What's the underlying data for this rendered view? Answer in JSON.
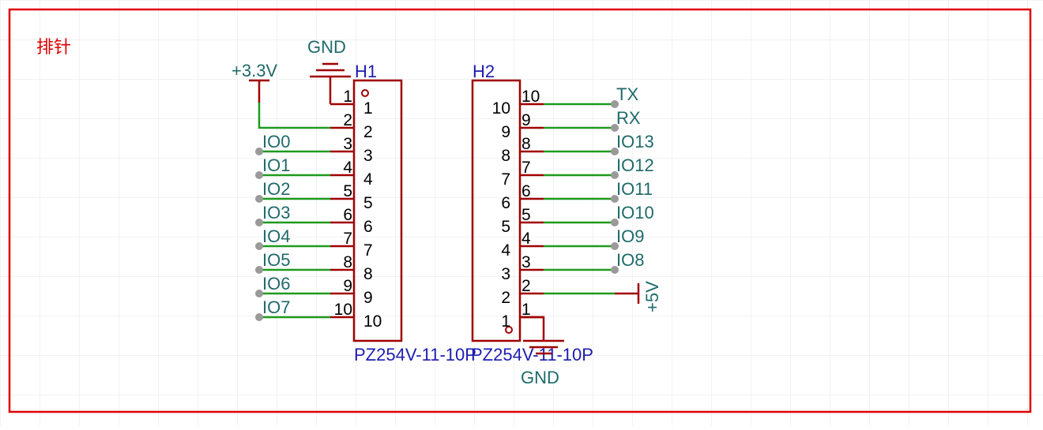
{
  "title": "排针",
  "colors": {
    "frame": "#e00000",
    "component": "#a00000",
    "wire": "#1f9a1f",
    "net_label": "#1f6a6a",
    "designator": "#1c1cb0",
    "pin_number": "#000000",
    "grid": "#e6e6e6",
    "junction": "#9a9a9a"
  },
  "components": [
    {
      "designator": "H1",
      "part": "PZ254V-11-10P",
      "pin_numbers_outer": [
        "1",
        "2",
        "3",
        "4",
        "5",
        "6",
        "7",
        "8",
        "9",
        "10"
      ],
      "pin_numbers_inner": [
        "1",
        "2",
        "3",
        "4",
        "5",
        "6",
        "7",
        "8",
        "9",
        "10"
      ]
    },
    {
      "designator": "H2",
      "part": "PZ254V-11-10P",
      "pin_numbers_outer": [
        "10",
        "9",
        "8",
        "7",
        "6",
        "5",
        "4",
        "3",
        "2",
        "1"
      ],
      "pin_numbers_inner": [
        "10",
        "9",
        "8",
        "7",
        "6",
        "5",
        "4",
        "3",
        "2",
        "1"
      ]
    }
  ],
  "power": {
    "h1_vcc": "+3.3V",
    "h1_gnd": "GND",
    "h2_vcc": "+5V",
    "h2_gnd": "GND"
  },
  "nets_left": [
    "IO0",
    "IO1",
    "IO2",
    "IO3",
    "IO4",
    "IO5",
    "IO6",
    "IO7"
  ],
  "nets_right": [
    "TX",
    "RX",
    "IO13",
    "IO12",
    "IO11",
    "IO10",
    "IO9",
    "IO8"
  ]
}
